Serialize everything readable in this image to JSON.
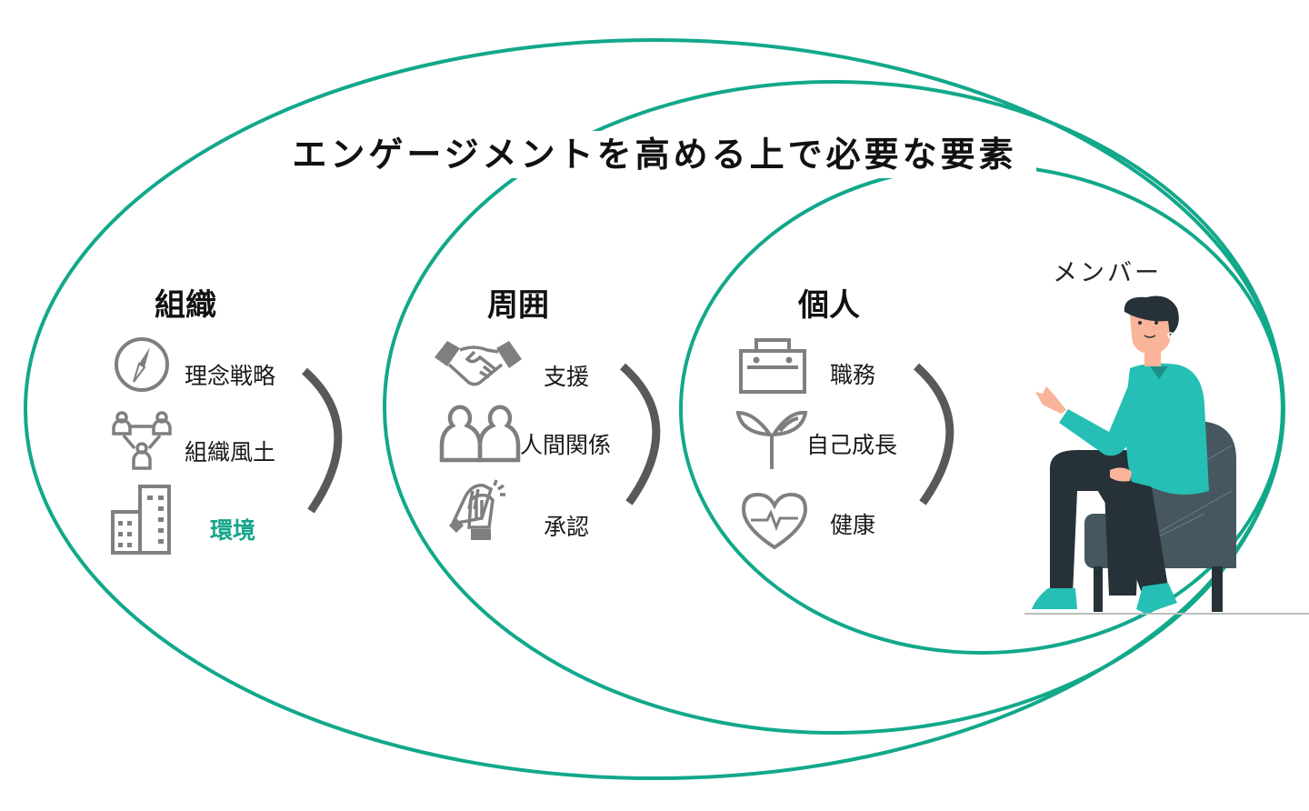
{
  "title": "エンゲージメントを高める上で必要な要素",
  "colors": {
    "ellipse_stroke": "#12a88a",
    "accent_text": "#16a58a",
    "bracket": "#595959",
    "icon": "#7f7f7f",
    "shirt": "#26bfb5",
    "chair": "#465760",
    "pants": "#263238",
    "skin": "#f9b499"
  },
  "groups": [
    {
      "title": "組織",
      "items": [
        {
          "label": "理念戦略",
          "icon": "compass-icon",
          "highlighted": false
        },
        {
          "label": "組織風土",
          "icon": "org-network-icon",
          "highlighted": false
        },
        {
          "label": "環境",
          "icon": "building-icon",
          "highlighted": true
        }
      ]
    },
    {
      "title": "周囲",
      "items": [
        {
          "label": "支援",
          "icon": "handshake-icon",
          "highlighted": false
        },
        {
          "label": "人間関係",
          "icon": "two-people-icon",
          "highlighted": false
        },
        {
          "label": "承認",
          "icon": "clapping-hands-icon",
          "highlighted": false
        }
      ]
    },
    {
      "title": "個人",
      "items": [
        {
          "label": "職務",
          "icon": "toolbox-icon",
          "highlighted": false
        },
        {
          "label": "自己成長",
          "icon": "sprout-icon",
          "highlighted": false
        },
        {
          "label": "健康",
          "icon": "heart-pulse-icon",
          "highlighted": false
        }
      ]
    }
  ],
  "member": {
    "label": "メンバー",
    "illustration": "seated-person-illustration"
  }
}
